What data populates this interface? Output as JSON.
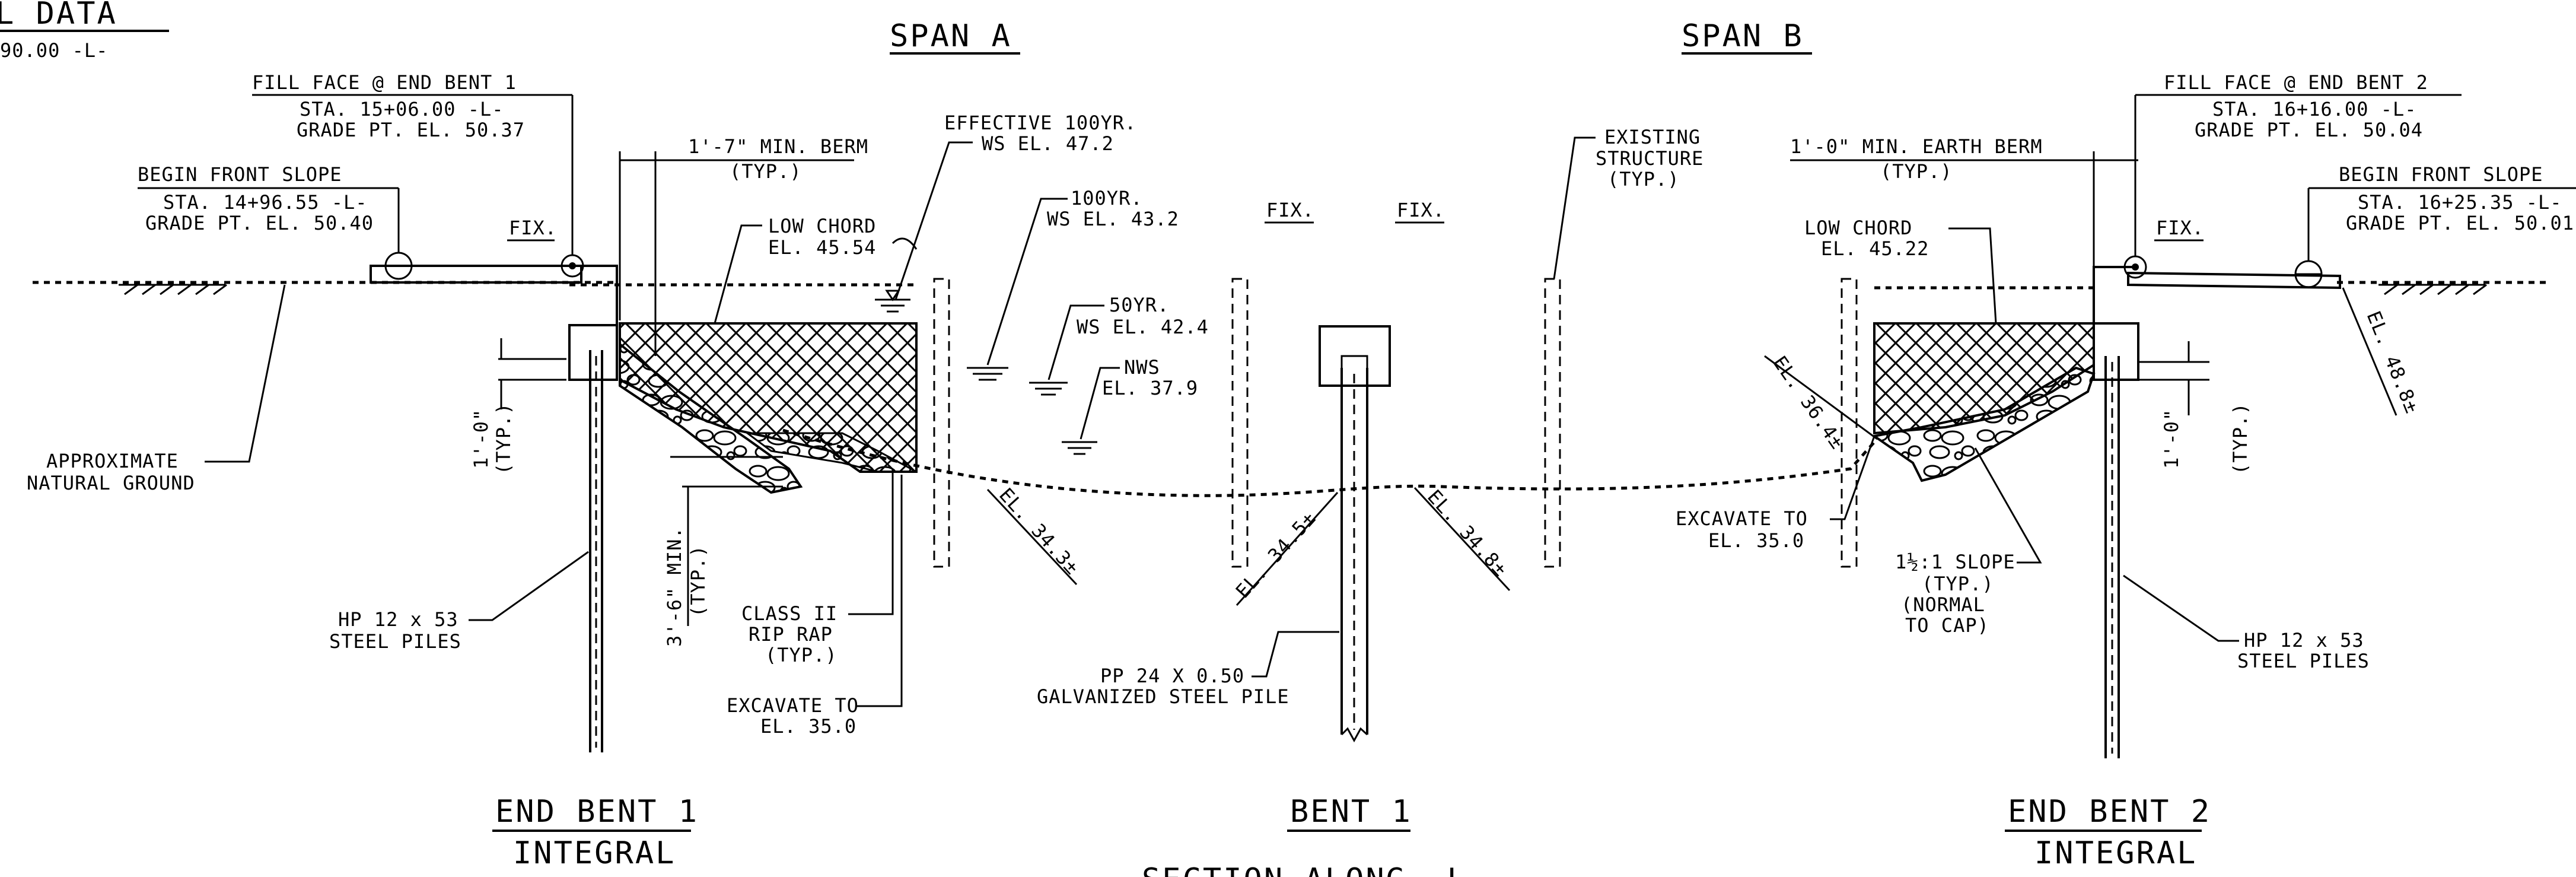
{
  "header": {
    "data_title": "L DATA",
    "station_fragment": "90.00 -L-"
  },
  "spans": {
    "span_a": "SPAN A",
    "span_b": "SPAN B"
  },
  "end_bent_1": {
    "fill_face_title": "FILL FACE @ END BENT 1",
    "fill_face_sta": "STA. 15+06.00 -L-",
    "fill_face_grade": "GRADE PT. EL. 50.37",
    "front_slope_title": "BEGIN FRONT SLOPE",
    "front_slope_sta": "STA. 14+96.55 -L-",
    "front_slope_grade": "GRADE PT. EL. 50.40",
    "fix": "FIX.",
    "berm_title": "1'-7\" MIN. BERM",
    "berm_typ": "(TYP.)",
    "low_chord_1": "LOW CHORD",
    "low_chord_2": "EL. 45.54",
    "dim_vert_1": "1'-0\"",
    "dim_vert_typ": "(TYP.)",
    "ground_1": "APPROXIMATE",
    "ground_2": "NATURAL GROUND",
    "berm_depth_1": "3'-6\" MIN.",
    "berm_depth_typ": "(TYP.)",
    "riprap_1": "CLASS II",
    "riprap_2": "RIP RAP",
    "riprap_3": "(TYP.)",
    "piles_1": "HP 12 x 53",
    "piles_2": "STEEL PILES",
    "excavate_1": "EXCAVATE TO",
    "excavate_2": "EL. 35.0",
    "label_1": "END BENT 1",
    "label_2": "INTEGRAL"
  },
  "water": {
    "eff_1": "EFFECTIVE 100YR.",
    "eff_2": "WS EL. 47.2",
    "y100_1": "100YR.",
    "y100_2": "WS EL. 43.2",
    "y50_1": "50YR.",
    "y50_2": "WS EL. 42.4",
    "nws_1": "NWS",
    "nws_2": "EL. 37.9"
  },
  "bent_1": {
    "fix_left": "FIX.",
    "fix_right": "FIX.",
    "existing_1": "EXISTING",
    "existing_2": "STRUCTURE",
    "existing_3": "(TYP.)",
    "el_343": "EL. 34.3±",
    "el_345": "EL. 34.5±",
    "el_348": "EL. 34.8±",
    "pile_1": "PP 24 X 0.50",
    "pile_2": "GALVANIZED STEEL PILE",
    "label": "BENT 1"
  },
  "end_bent_2": {
    "fill_face_title": "FILL FACE @ END BENT 2",
    "fill_face_sta": "STA. 16+16.00 -L-",
    "fill_face_grade": "GRADE PT. EL. 50.04",
    "front_slope_title": "BEGIN FRONT SLOPE",
    "front_slope_sta": "STA. 16+25.35 -L-",
    "front_slope_grade": "GRADE PT. EL. 50.01",
    "fix": "FIX.",
    "berm_title": "1'-0\" MIN. EARTH BERM",
    "berm_typ": "(TYP.)",
    "low_chord_1": "LOW CHORD",
    "low_chord_2": "EL. 45.22",
    "el_364": "EL. 36.4±",
    "el_488": "EL. 48.8±",
    "dim_vert_1": "1'-0\"",
    "dim_vert_typ": "(TYP.)",
    "excavate_1": "EXCAVATE TO",
    "excavate_2": "EL. 35.0",
    "slope_1": "1½:1 SLOPE",
    "slope_2": "(TYP.)",
    "slope_3": "(NORMAL",
    "slope_4": "TO CAP)",
    "piles_1": "HP 12 x 53",
    "piles_2": "STEEL PILES",
    "label_1": "END BENT 2",
    "label_2": "INTEGRAL"
  },
  "section_title": "SECTION ALONG -L-"
}
